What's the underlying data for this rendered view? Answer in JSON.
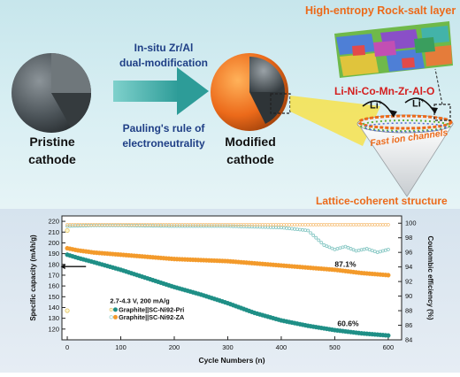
{
  "schematic": {
    "pristine_line1": "Pristine",
    "pristine_line2": "cathode",
    "method_line1": "In-situ Zr/Al",
    "method_line2": "dual-modification",
    "rule_line1": "Pauling's rule of",
    "rule_line2": "electroneutrality",
    "modified_line1": "Modified",
    "modified_line2": "cathode",
    "rocksalt_title": "High-entropy Rock-salt layer",
    "composition": "Li-Ni-Co-Mn-Zr-Al-O",
    "li_ion": "Li",
    "li_superscript": "+",
    "channels": "Fast ion channels",
    "lattice": "Lattice-coherent structure",
    "colors": {
      "orange": "#ec6a1a",
      "blue_text": "#1f3f86",
      "red_text": "#d41f1f",
      "arrow": "#3aa9a6"
    }
  },
  "chart_data": {
    "type": "scatter",
    "xlabel": "Cycle Numbers (n)",
    "ylabel": "Specific capacity (mAh/g)",
    "y2label": "Coulombic efficiency (%)",
    "xlim": [
      -10,
      625
    ],
    "xticks": [
      0,
      100,
      200,
      300,
      400,
      500,
      600
    ],
    "ylim": [
      110,
      225
    ],
    "yticks": [
      120,
      130,
      140,
      150,
      160,
      170,
      180,
      190,
      200,
      210,
      220
    ],
    "y2lim": [
      84,
      101
    ],
    "y2ticks": [
      84,
      86,
      88,
      90,
      92,
      94,
      96,
      98,
      100
    ],
    "condition": "2.7-4.3 V, 200 mA/g",
    "annotations": [
      "87.1%",
      "60.6%"
    ],
    "series": [
      {
        "name": "Graphite||SC-Ni92-Pri",
        "axis": "capacity",
        "color": "#1f8f86",
        "x": [
          0,
          20,
          50,
          100,
          150,
          200,
          250,
          300,
          350,
          400,
          450,
          500,
          550,
          600
        ],
        "y": [
          189,
          186,
          182,
          175,
          167,
          159,
          152,
          144,
          135,
          128,
          123,
          119,
          116,
          114
        ]
      },
      {
        "name": "Graphite||SC-Ni92-ZA",
        "axis": "capacity",
        "color": "#f39a2b",
        "x": [
          0,
          20,
          50,
          100,
          150,
          200,
          250,
          300,
          350,
          400,
          450,
          500,
          550,
          600
        ],
        "y": [
          195,
          193,
          191,
          189,
          187,
          185,
          184,
          183,
          181,
          179,
          177,
          175,
          172,
          170
        ]
      },
      {
        "name": "Graphite||SC-Ni92-Pri CE",
        "axis": "efficiency",
        "color": "#7fc4c0",
        "x": [
          0,
          50,
          100,
          200,
          300,
          400,
          450,
          480,
          500,
          520,
          540,
          560,
          580,
          600
        ],
        "y": [
          99.6,
          99.7,
          99.7,
          99.6,
          99.6,
          99.4,
          99.0,
          97.0,
          96.4,
          96.8,
          96.2,
          96.5,
          96.0,
          96.4
        ]
      },
      {
        "name": "Graphite||SC-Ni92-ZA CE",
        "axis": "efficiency",
        "color": "#f6c07a",
        "x": [
          0,
          100,
          200,
          300,
          400,
          500,
          600
        ],
        "y": [
          99.8,
          99.8,
          99.8,
          99.8,
          99.8,
          99.8,
          99.8
        ]
      }
    ],
    "first_cycle_ce": [
      {
        "series": "Graphite||SC-Ni92-Pri",
        "x": 0,
        "y": 88.0
      },
      {
        "series": "Graphite||SC-Ni92-ZA",
        "x": 0,
        "y": 99.0
      }
    ]
  }
}
